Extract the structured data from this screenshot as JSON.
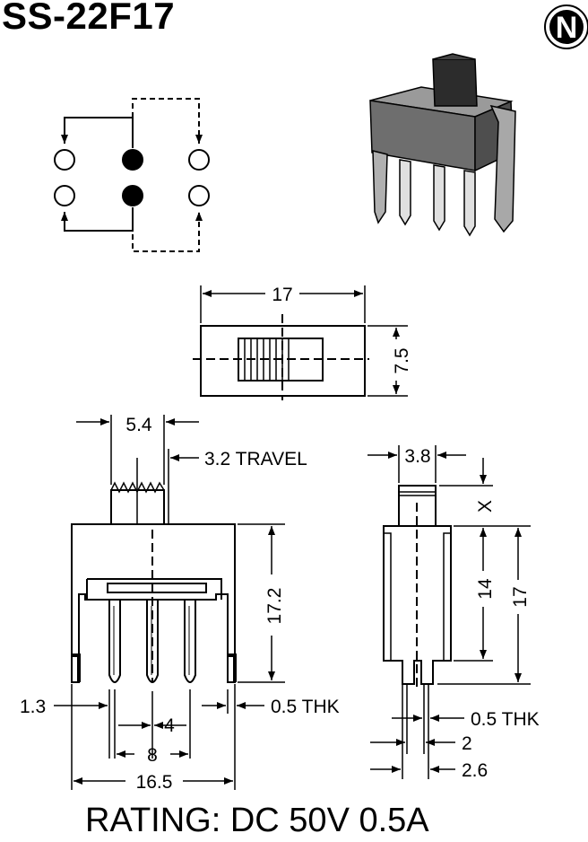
{
  "title": "SS-22F17",
  "rating": "RATING: DC 50V 0.5A",
  "logo_letter": "N",
  "top_view": {
    "width_label": "17",
    "height_label": "7.5"
  },
  "front_view": {
    "actuator_width_label": "5.4",
    "travel_label": "3.2 TRAVEL",
    "body_height_label": "17.2",
    "pin_offset_label": "1.3",
    "thickness_label": "0.5 THK",
    "pitch_label": "4",
    "pin_span_label": "8",
    "overall_width_label": "16.5"
  },
  "side_view": {
    "actuator_width_label": "3.8",
    "actuator_height_label": "X",
    "body_height_label": "14",
    "overall_height_label": "17",
    "thickness_label": "0.5 THK",
    "pin_width_label": "2",
    "pin_spacing_label": "2.6"
  }
}
